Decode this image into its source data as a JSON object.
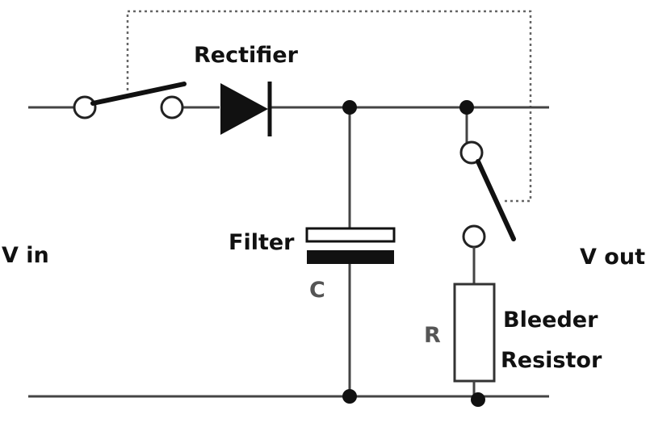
{
  "labels": {
    "rectifier": "Rectifier",
    "filter": "Filter",
    "capacitor": "C",
    "resistor": "R",
    "bleeder_line1": "Bleeder",
    "bleeder_line2": "Resistor",
    "v_in": "V in",
    "v_out": "V out"
  },
  "colors": {
    "wire": "#444444",
    "dashed_link": "#666666",
    "node": "#111111"
  }
}
